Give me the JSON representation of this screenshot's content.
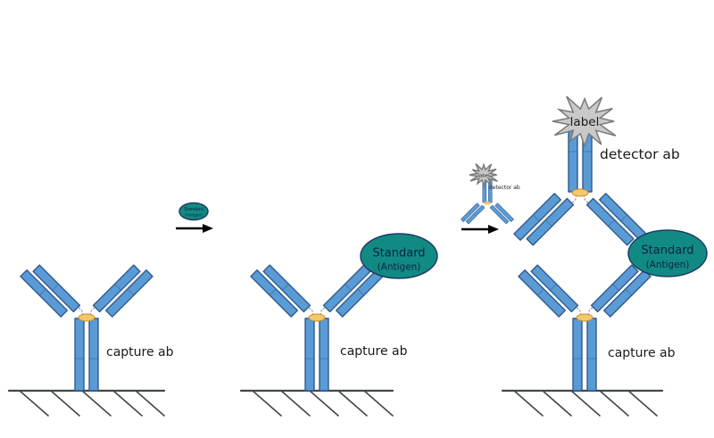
{
  "diagram": {
    "description": "sandwich-immunoassay-three-step-diagram",
    "labels": {
      "capture_ab": "capture ab",
      "detector_ab": "detector ab",
      "label_tag": "label",
      "standard": "Standard",
      "antigen": "(Antigen)"
    },
    "colors": {
      "antibody_fill": "#5B9BD5",
      "antibody_stroke": "#2F5B8D",
      "antigen_fill": "#128A84",
      "antigen_stroke": "#1F3B63",
      "antigen_text": "#0E2240",
      "star_fill": "#C9C9C9",
      "star_stroke": "#7A7A7A",
      "hinge_fill": "#F5C96B",
      "hinge_stroke": "#C98B2D",
      "surface": "#3F4A48",
      "arrow": "#000000",
      "text": "#1A1A1A"
    }
  }
}
